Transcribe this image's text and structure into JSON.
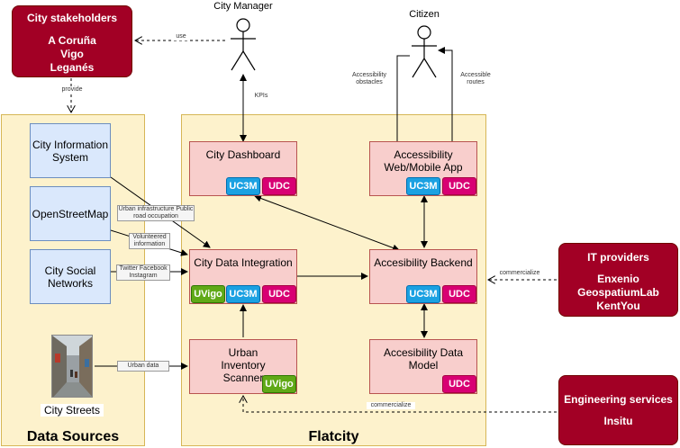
{
  "actors": {
    "city_manager": "City Manager",
    "citizen": "Citizen"
  },
  "stakeholders": {
    "title": "City stakeholders",
    "items": [
      "A Coruña",
      "Vigo",
      "Leganés"
    ]
  },
  "it_providers": {
    "title": "IT providers",
    "items": [
      "Enxenio",
      "GeospatiumLab",
      "KentYou"
    ]
  },
  "engineering": {
    "title": "Engineering services",
    "items": [
      "Insitu"
    ]
  },
  "panels": {
    "data_sources": "Data Sources",
    "flatcity": "Flatcity"
  },
  "sources": {
    "cis": "City Information System",
    "osm": "OpenStreetMap",
    "social": "City Social Networks",
    "streets": "City Streets"
  },
  "components": {
    "dashboard": "City Dashboard",
    "web_app": "Accessibility Web/Mobile App",
    "integration": "City Data Integration",
    "backend": "Accesibility Backend",
    "scanner": "Urban Inventory Scanner",
    "data_model": "Accesibility Data Model"
  },
  "badges": {
    "uc3m": "UC3M",
    "udc": "UDC",
    "uvigo": "UVigo"
  },
  "edge_labels": {
    "use": "use",
    "provide": "provide",
    "kpis": "KPIs",
    "obstacles": "Accessibility obstacles",
    "routes": "Accessible routes",
    "urban_infra": "Urban infrastructure Public road occupation",
    "volunteered": "Volunteered information",
    "social_feeds": "Twitter Facebook Instagram",
    "urban_data": "Urban data",
    "commercialize_it": "commercialize",
    "commercialize_eng": "commercialize"
  },
  "colors": {
    "stakeholder": "#a20025",
    "panel": "#fdf2cc",
    "source": "#dae8fc",
    "component": "#f8cecc",
    "uc3m": "#1ba1e2",
    "udc": "#d80073",
    "uvigo": "#60a917"
  }
}
